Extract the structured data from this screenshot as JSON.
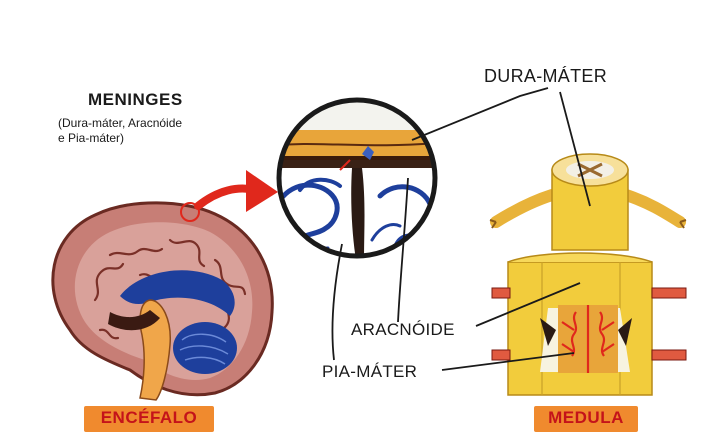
{
  "meninges": {
    "title": "MENINGES",
    "subtitle": "(Dura-máter, Aracnóide\ne Pia-máter)"
  },
  "labels": {
    "dura_mater": "DURA-MÁTER",
    "aracnoide": "ARACNÓIDE",
    "pia_mater": "PIA-MÁTER"
  },
  "captions": {
    "encefalo": "ENCÉFALO",
    "medula": "MEDULA"
  },
  "colors": {
    "cord_yellow": "#f2cc3c",
    "meninx_orange": "#e8a53a",
    "brain_pink": "#d9a19a",
    "brain_blue": "#1e3f9c",
    "arrow_red": "#e0281c",
    "badge_orange": "#f08a2e",
    "badge_text": "#c4131a"
  }
}
